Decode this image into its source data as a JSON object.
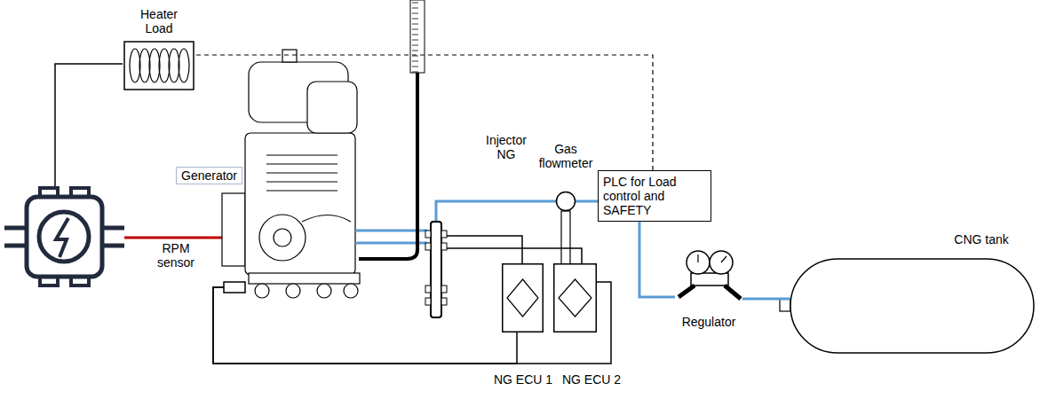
{
  "diagram": {
    "nodes": [
      {
        "text": [
          "Heater Load"
        ]
      },
      {
        "text": [
          "Generator"
        ]
      },
      {
        "text": [
          "RPM sensor"
        ]
      },
      {
        "text": [
          "Injector NG"
        ]
      },
      {
        "text": [
          "Gas flowmeter"
        ]
      },
      {
        "text": [
          "PLC for Load control and SAFETY"
        ]
      },
      {
        "text": [
          "Regulator"
        ]
      },
      {
        "text": [
          "CNG tank"
        ]
      },
      {
        "text": [
          "NG ECU 1"
        ]
      },
      {
        "text": [
          "NG ECU 2"
        ]
      }
    ],
    "edges": [
      {
        "from": 0,
        "to": 1,
        "arrow": "none"
      },
      {
        "from": 5,
        "to": 0,
        "arrow": "none"
      },
      {
        "from": 7,
        "to": 6,
        "arrow": "none"
      },
      {
        "from": 6,
        "to": 5,
        "arrow": "none"
      },
      {
        "from": 5,
        "to": 4,
        "arrow": "none"
      },
      {
        "from": 4,
        "to": 3,
        "arrow": "none"
      },
      {
        "from": 3,
        "to": 8,
        "arrow": "none"
      },
      {
        "from": 3,
        "to": 9,
        "arrow": "none"
      },
      {
        "from": 2,
        "to": 8,
        "arrow": "none"
      },
      {
        "from": 2,
        "to": 9,
        "arrow": "none"
      }
    ]
  }
}
